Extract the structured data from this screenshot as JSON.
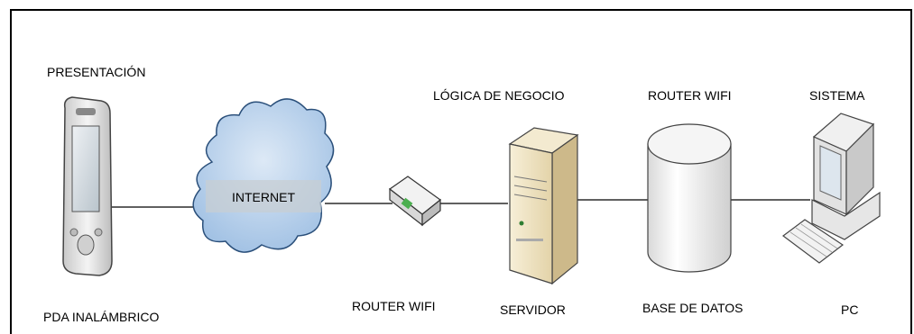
{
  "top_labels": {
    "presentation": "PRESENTACIÓN",
    "business_logic": "LÓGICA DE NEGOCIO",
    "router_top": "ROUTER WIFI",
    "system": "SISTEMA"
  },
  "bottom_labels": {
    "pda": "PDA INALÁMBRICO",
    "router": "ROUTER WIFI",
    "server": "SERVIDOR",
    "database": "BASE DE DATOS",
    "pc": "PC"
  },
  "cloud_label": "INTERNET",
  "icons": [
    "pda-icon",
    "cloud-icon",
    "router-icon",
    "server-icon",
    "database-icon",
    "pc-icon"
  ],
  "colors": {
    "cloud": "#a9c7e6",
    "server": "#efe3c2",
    "line": "#000000"
  }
}
